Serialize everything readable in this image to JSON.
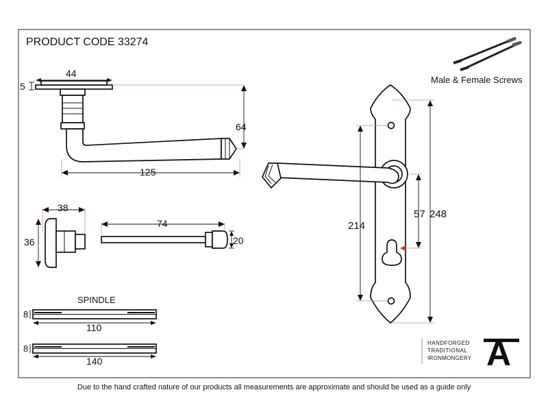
{
  "header": {
    "product_code": "PRODUCT CODE 33274"
  },
  "screws": {
    "label": "Male & Female Screws"
  },
  "lever": {
    "dim_width": "44",
    "dim_plate": "5",
    "dim_height": "64",
    "dim_length": "125"
  },
  "turn": {
    "dim_width": "38",
    "dim_height": "36"
  },
  "release": {
    "dim_length": "74",
    "dim_diameter": "20"
  },
  "spindle": {
    "label": "SPINDLE",
    "short": {
      "thickness": "8",
      "length": "110"
    },
    "long": {
      "thickness": "8",
      "length": "140"
    }
  },
  "backplate": {
    "dim_centres": "214",
    "dim_bathroom": "57",
    "dim_height": "248"
  },
  "brand": {
    "line1": "HANDFORGED",
    "line2": "TRADITIONAL",
    "line3": "IRONMONGERY",
    "mark": "A"
  },
  "footer": {
    "disclaimer": "Due to the hand crafted nature of our products all measurements are approximate and should be used as a guide only"
  }
}
